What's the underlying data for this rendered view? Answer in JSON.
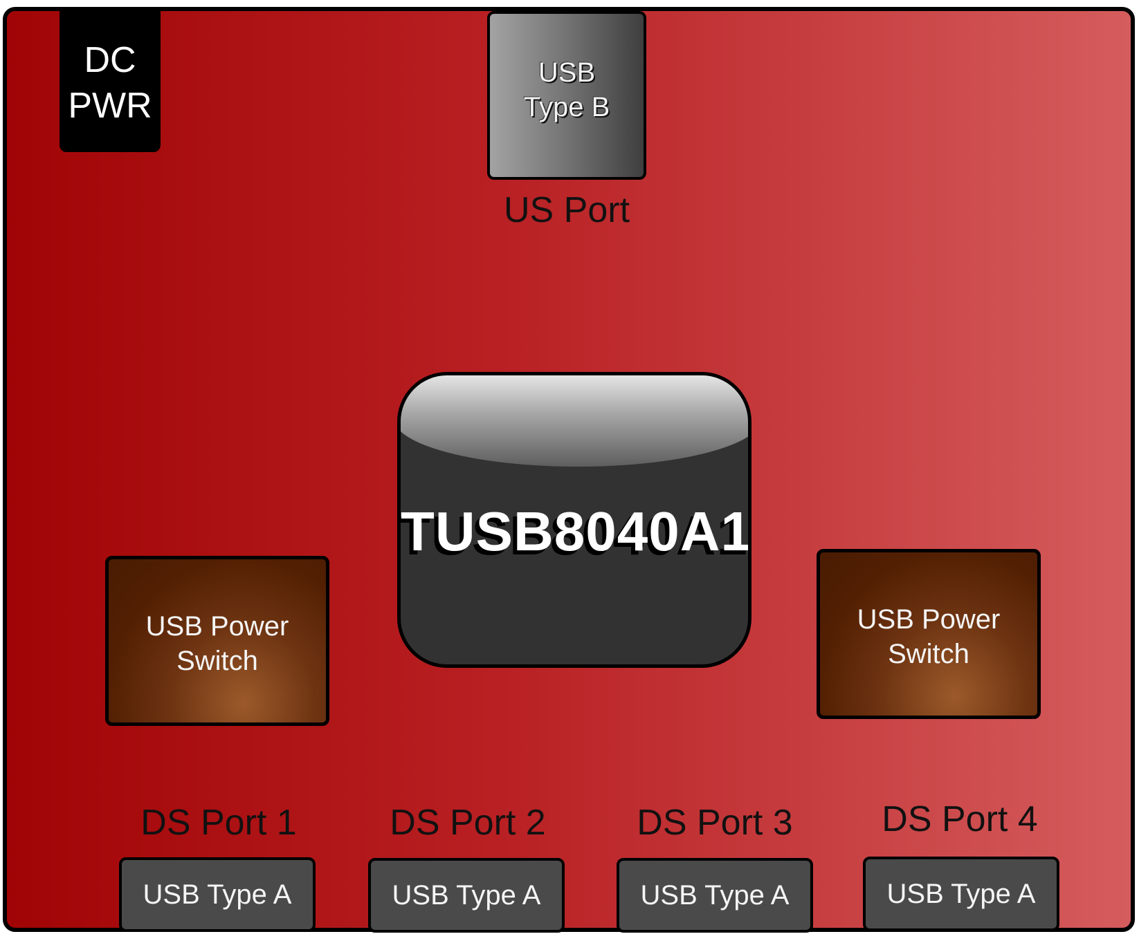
{
  "dc_power": {
    "line1": "DC",
    "line2": "PWR"
  },
  "upstream": {
    "connector_line1": "USB",
    "connector_line2": "Type B",
    "label": "US Port"
  },
  "hub_chip": {
    "label": "TUSB8040A1"
  },
  "power_switches": [
    {
      "line1": "USB Power",
      "line2": "Switch"
    },
    {
      "line1": "USB Power",
      "line2": "Switch"
    }
  ],
  "downstream_ports": [
    {
      "label": "DS Port 1",
      "connector": "USB Type A"
    },
    {
      "label": "DS Port 2",
      "connector": "USB Type A"
    },
    {
      "label": "DS Port 3",
      "connector": "USB Type A"
    },
    {
      "label": "DS Port 4",
      "connector": "USB Type A"
    }
  ],
  "colors": {
    "board_dark": "#a10405",
    "board_light": "#d55c5d",
    "chip": "#323232",
    "switch": "#521f02",
    "connector_a": "#4a4a4a"
  }
}
